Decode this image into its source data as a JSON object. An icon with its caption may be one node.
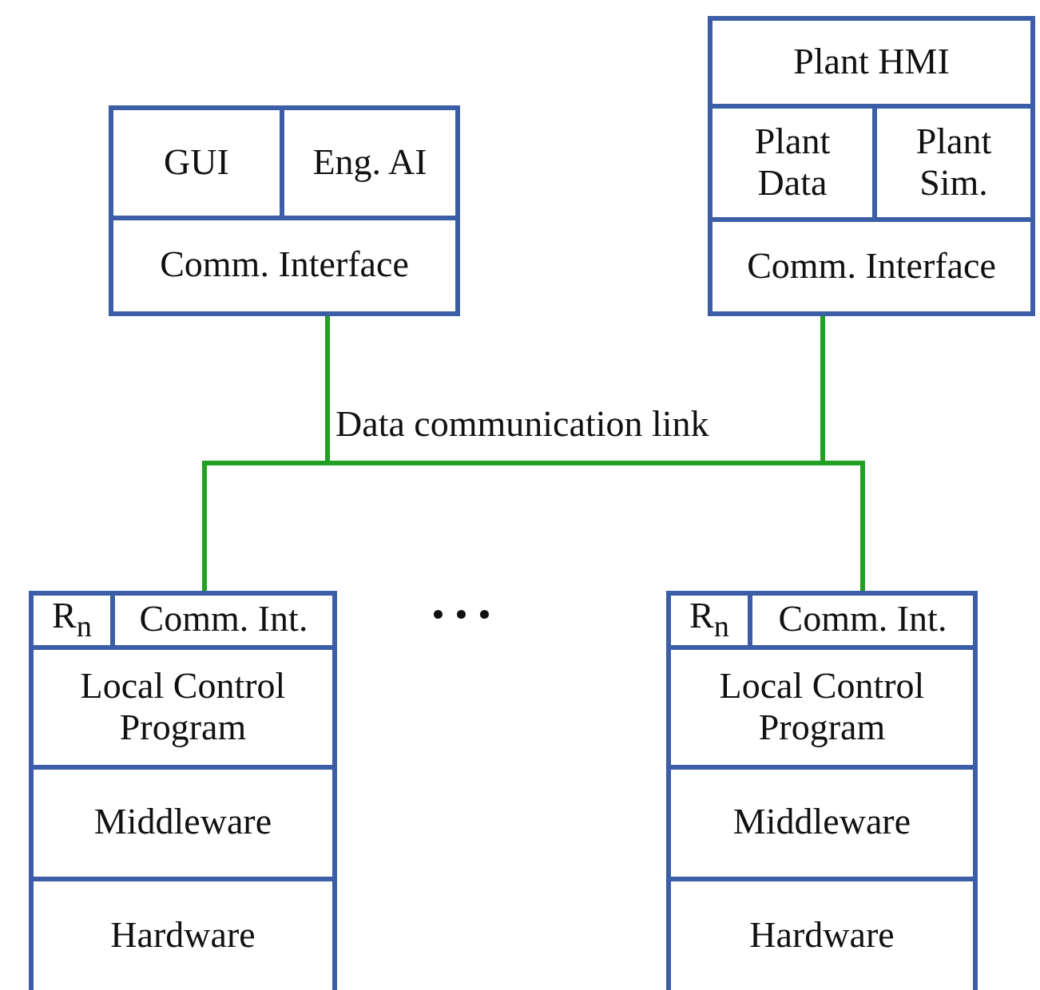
{
  "diagram": {
    "nodes": [
      {
        "text": [],
        "shape": "box"
      },
      {
        "text": [
          "GUI"
        ],
        "in": 0
      },
      {
        "text": [
          "Eng. AI"
        ],
        "in": 0
      },
      {
        "text": [
          "Comm. Interface"
        ],
        "in": 0
      },
      {
        "text": [],
        "shape": "box"
      },
      {
        "text": [
          "Plant HMI"
        ],
        "in": 4
      },
      {
        "text": [
          "Plant Data"
        ],
        "in": 4
      },
      {
        "text": [
          "Plant Sim."
        ],
        "in": 4
      },
      {
        "text": [
          "Comm. Interface"
        ],
        "in": 4
      },
      {
        "text": [],
        "shape": "box"
      },
      {
        "text": [
          "R$_{n}$"
        ],
        "in": 9
      },
      {
        "text": [
          "Comm. Int."
        ],
        "in": 9
      },
      {
        "text": [
          "Local Control Program"
        ],
        "in": 9
      },
      {
        "text": [
          "Middleware"
        ],
        "in": 9
      },
      {
        "text": [
          "Hardware"
        ],
        "in": 9
      },
      {
        "text": [],
        "shape": "box"
      },
      {
        "text": [
          "R$_{n}$"
        ],
        "in": 15
      },
      {
        "text": [
          "Comm. Int."
        ],
        "in": 15
      },
      {
        "text": [
          "Local Control Program"
        ],
        "in": 15
      },
      {
        "text": [
          "Middleware"
        ],
        "in": 15
      },
      {
        "text": [
          "Hardware"
        ],
        "in": 15
      }
    ],
    "edges": [
      {
        "from": 3,
        "to": 11,
        "arrow": "none"
      },
      {
        "from": 3,
        "to": 17,
        "arrow": "none"
      },
      {
        "from": 8,
        "to": 11,
        "arrow": "none"
      },
      {
        "from": 8,
        "to": 17,
        "arrow": "none"
      }
    ],
    "labels": [
      "Data communication link",
      "..."
    ]
  }
}
